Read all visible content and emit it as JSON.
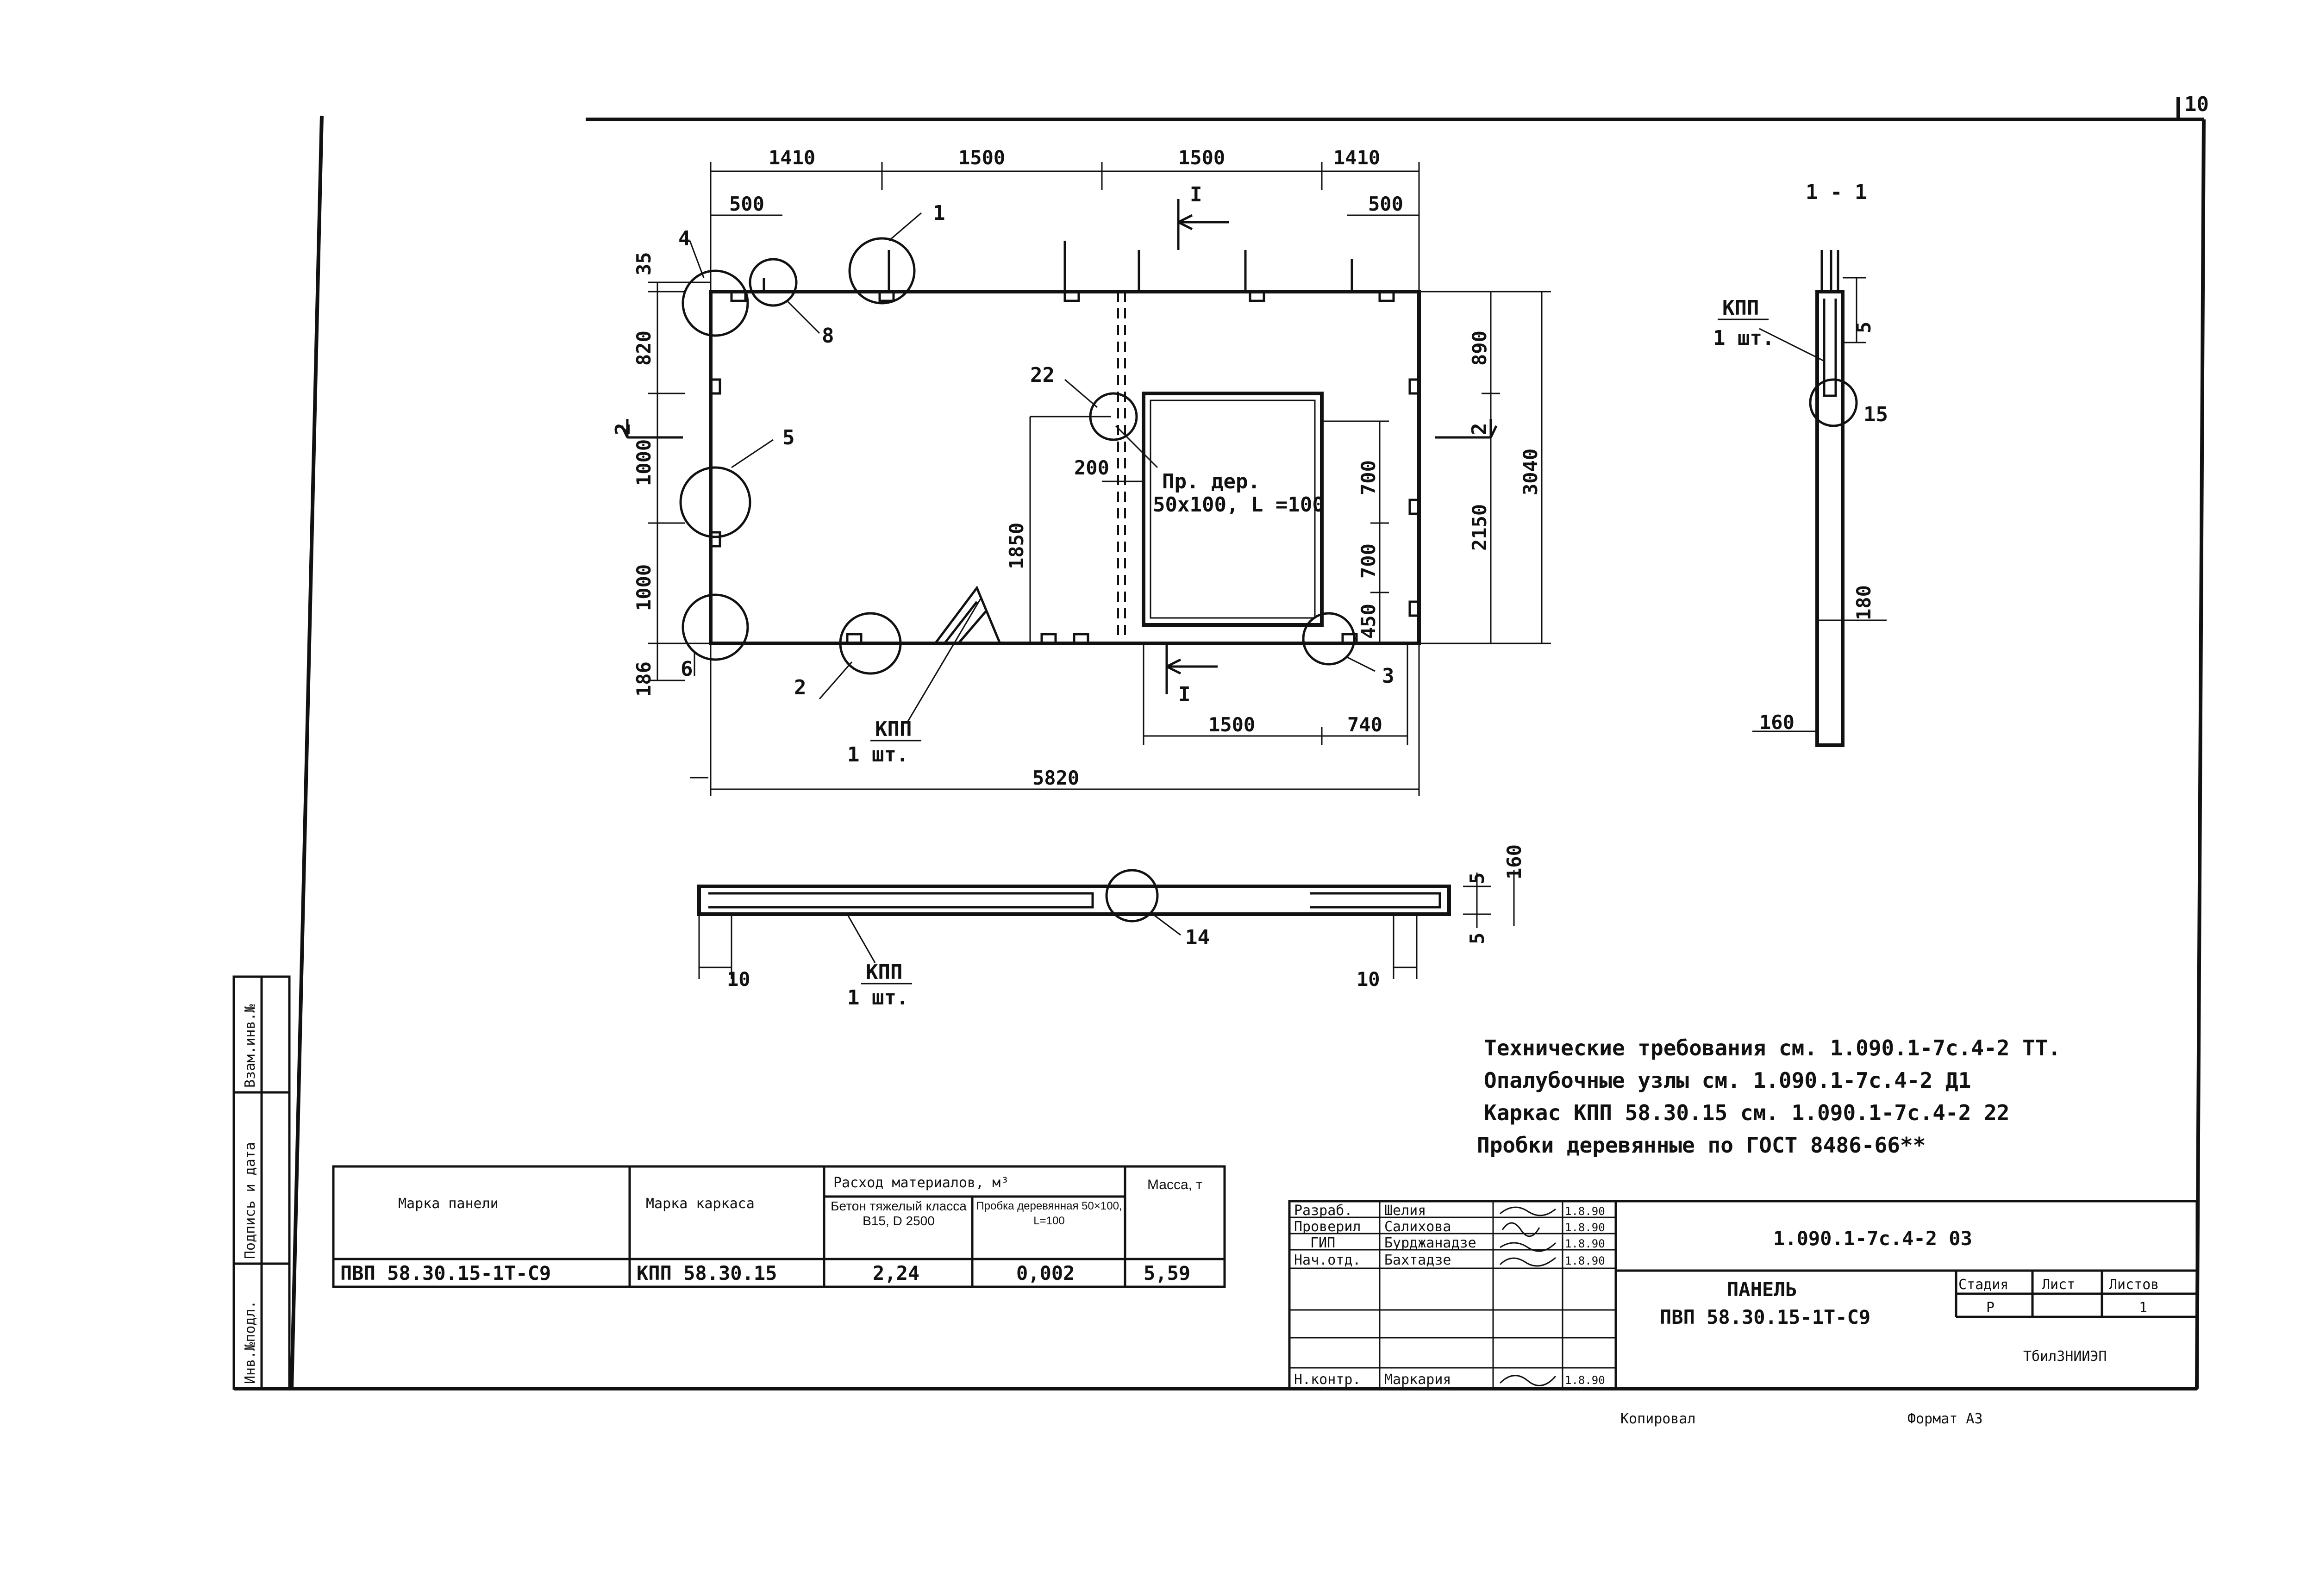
{
  "sheet": {
    "number": "10"
  },
  "plan": {
    "top_dims": [
      "1410",
      "1500",
      "1500",
      "1410"
    ],
    "dim_500_left": "500",
    "dim_500_right": "500",
    "left_dims": [
      "35",
      "820",
      "1000",
      "1000",
      "186"
    ],
    "right_dims": [
      "890",
      "2150",
      "3040"
    ],
    "door_dims": [
      "700",
      "700",
      "450"
    ],
    "bottom_dims": [
      "1500",
      "740"
    ],
    "overall_length": "5820",
    "inner_dims": [
      "1850",
      "200"
    ],
    "callouts": [
      "4",
      "8",
      "1",
      "5",
      "6",
      "2",
      "22",
      "3",
      "2",
      "2",
      "I",
      "I"
    ],
    "plug_note_line1": "Пр. дер.",
    "plug_note_line2": "50х100, L =100",
    "kpp_label": "КПП",
    "kpp_qty": "1 шт."
  },
  "section_bottom": {
    "callout": "14",
    "dims": [
      "10",
      "10",
      "5",
      "5",
      "160"
    ],
    "kpp_label": "КПП",
    "kpp_qty": "1 шт."
  },
  "section_side": {
    "title": "1 - 1",
    "kpp_label": "КПП",
    "kpp_qty": "1 шт.",
    "callout": "15",
    "dims": [
      "5",
      "180",
      "160"
    ]
  },
  "notes": [
    "Технические требования см. 1.090.1-7с.4-2 ТТ.",
    "Опалубочные узлы см. 1.090.1-7с.4-2 Д1",
    "Каркас КПП 58.30.15 см. 1.090.1-7с.4-2 22",
    "Пробки деревянные по ГОСТ 8486-66**"
  ],
  "materials_table": {
    "headers": {
      "panel": "Марка панели",
      "frame": "Марка каркаса",
      "consumption": "Расход материалов, м³",
      "concrete": "Бетон тяжелый класса В15, D 2500",
      "plug": "Пробка деревянная 50×100, L=100",
      "mass": "Масса, т"
    },
    "row": {
      "panel": "ПВП 58.30.15-1Т-С9",
      "frame": "КПП 58.30.15",
      "concrete": "2,24",
      "plug": "0,002",
      "mass": "5,59"
    }
  },
  "side_strip": [
    "Инв.№подл.",
    "Подпись и дата",
    "Взам.инв.№"
  ],
  "title_block": {
    "doc_code": "1.090.1-7с.4-2 03",
    "roles": [
      {
        "role": "Разраб.",
        "name": "Шелия",
        "date": "1.8.90"
      },
      {
        "role": "Проверил",
        "name": "Салихова",
        "date": "1.8.90"
      },
      {
        "role": "ГИП",
        "name": "Бурджанадзе",
        "date": "1.8.90"
      },
      {
        "role": "Нач.отд.",
        "name": "Бахтадзе",
        "date": "1.8.90"
      },
      {
        "role": "Н.контр.",
        "name": "Маркария",
        "date": "1.8.90"
      }
    ],
    "name_line1": "ПАНЕЛЬ",
    "name_line2": "ПВП 58.30.15-1Т-С9",
    "stage_header": "Стадия",
    "sheet_header": "Лист",
    "sheets_header": "Листов",
    "stage": "Р",
    "sheets": "1",
    "org": "ТбилЗНИИЭП"
  },
  "footer": {
    "copied": "Копировал",
    "format": "Формат А3"
  }
}
